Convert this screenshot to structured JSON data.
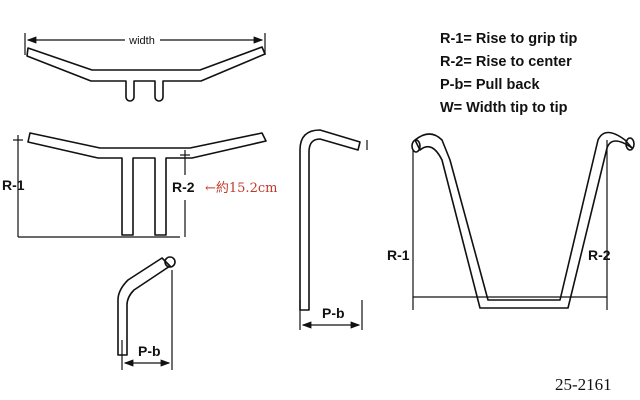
{
  "legend": [
    "R-1= Rise to grip tip",
    "R-2= Rise to center",
    "P-b= Pull back",
    "W= Width tip to tip"
  ],
  "top_view": {
    "width_label": "width"
  },
  "front_view": {
    "r1_label": "R-1",
    "r2_label": "R-2",
    "r2_note": "←約15.2cm"
  },
  "side_view": {
    "pb_label": "P-b"
  },
  "small_side_view": {
    "pb_label": "P-b"
  },
  "ape_view": {
    "r1_label": "R-1",
    "r2_label": "R-2"
  },
  "part_number": "25-2161"
}
